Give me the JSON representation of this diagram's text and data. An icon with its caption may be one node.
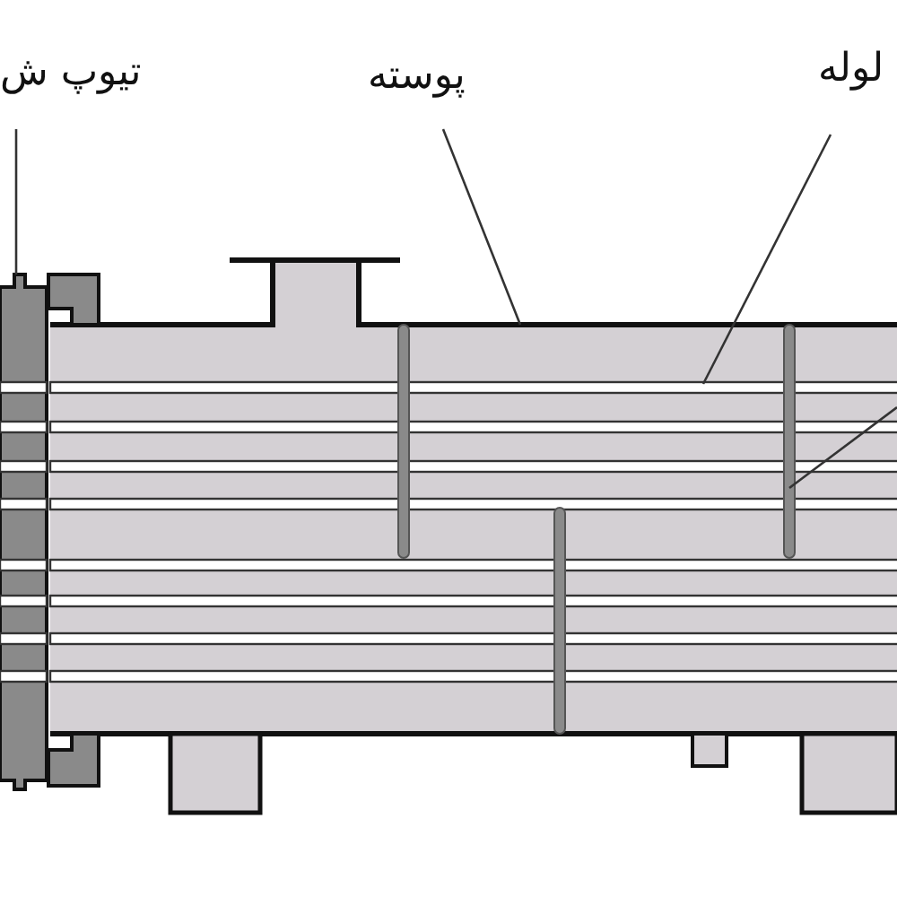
{
  "diagram": {
    "nodes": [
      {
        "text": [
          "تیوپ ش"
        ]
      },
      {
        "text": [],
        "shape": "bar"
      },
      {
        "text": [
          "پوسته"
        ]
      },
      {
        "text": [],
        "shape": "box"
      },
      {
        "text": [
          "لوله"
        ]
      },
      {
        "text": [],
        "shape": "bar",
        "in": 3
      },
      {
        "text": [],
        "shape": "bar",
        "in": 3
      }
    ],
    "edges": [
      {
        "from": 0,
        "to": 1,
        "arrow": "none"
      },
      {
        "from": 2,
        "to": 3,
        "arrow": "none"
      },
      {
        "from": 4,
        "to": 5,
        "arrow": "none"
      },
      {
        "from": null,
        "to": 6,
        "arrow": "none"
      }
    ]
  }
}
